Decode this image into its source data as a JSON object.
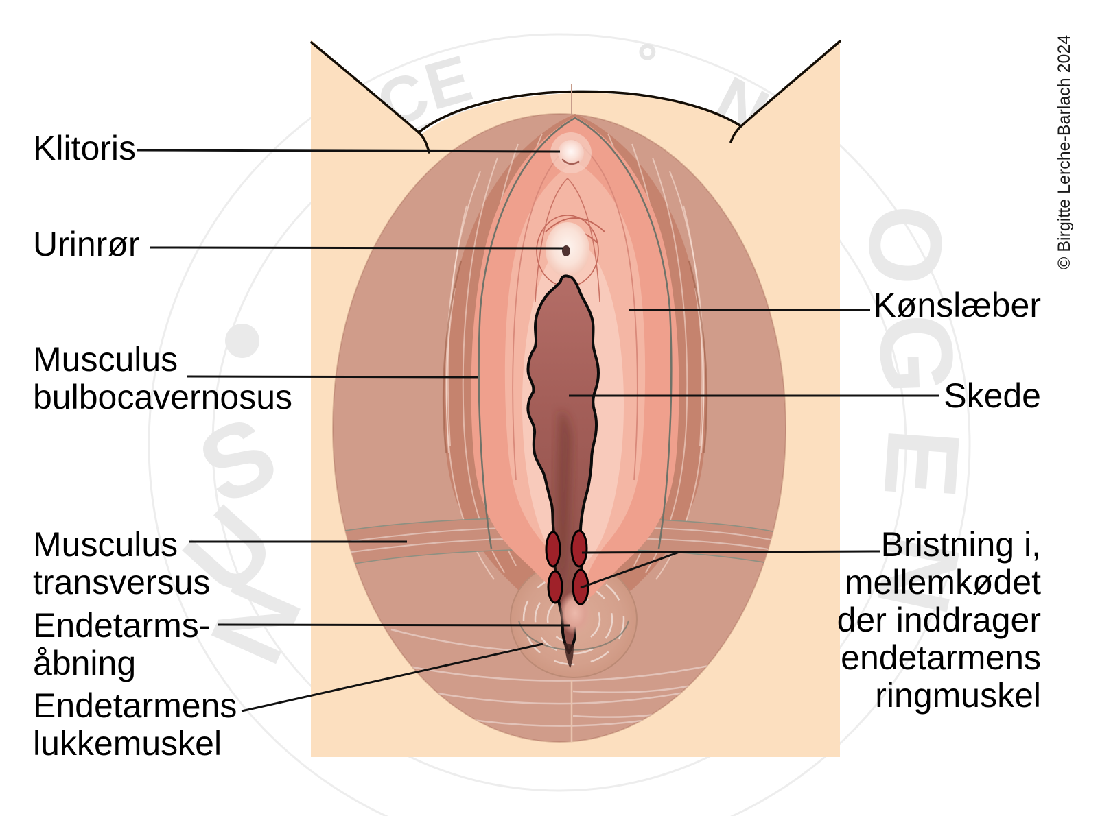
{
  "labels": {
    "left": {
      "klitoris": "Klitoris",
      "urinror": "Urinrør",
      "musculus_bulbocavernosus": "Musculus\nbulbocavernosus",
      "musculus_transversus": "Musculus\ntransversus",
      "endetarms_abning": "Endetarms-\nåbning",
      "endetarmens_lukkemuskel": "Endetarmens\nlukkemuskel"
    },
    "right": {
      "konslaber": "Kønslæber",
      "skede": "Skede",
      "bristning": "Bristning i,\nmellemkødet\nder inddrager\nendetarmens\nringmuskel"
    }
  },
  "copyright": "© Birgitte Lerche-Barlach 2024",
  "watermark": {
    "arc_letters": [
      "C",
      "E",
      "˚",
      "N"
    ],
    "large_letters": [
      "S",
      "U",
      "N",
      "O",
      "G",
      "E",
      "N"
    ]
  },
  "palette": {
    "background": "#ffffff",
    "skin": "#fcdfbf",
    "outer_tissue": "#d09c8a",
    "muscle": "#c5836e",
    "muscle_band": "#c98e7b",
    "labia_pink": "#efa08d",
    "vestibule_pink": "#f4b6a4",
    "inner_pink": "#f8cabb",
    "vagina_dark": "#9d5b55",
    "wound_red": "#9f2129",
    "outline_black": "#111111",
    "label_text": "#000000",
    "watermark_gray": "#e8e8e8"
  }
}
